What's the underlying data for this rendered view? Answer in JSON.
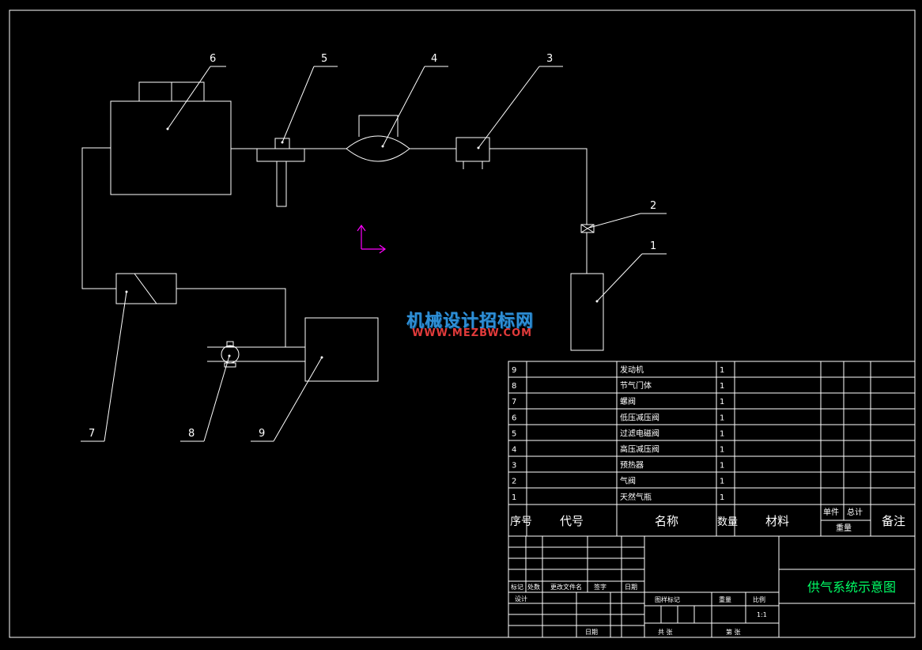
{
  "callouts": [
    "1",
    "2",
    "3",
    "4",
    "5",
    "6",
    "7",
    "8",
    "9"
  ],
  "watermark": {
    "line1": "机械设计招标网",
    "line2": "WWW.MEZBW.COM"
  },
  "bom": {
    "rows": [
      {
        "no": "9",
        "code": "",
        "name": "发动机",
        "qty": "1",
        "material": "",
        "unit": "",
        "total": "",
        "note": ""
      },
      {
        "no": "8",
        "code": "",
        "name": "节气门体",
        "qty": "1",
        "material": "",
        "unit": "",
        "total": "",
        "note": ""
      },
      {
        "no": "7",
        "code": "",
        "name": "螺阀",
        "qty": "1",
        "material": "",
        "unit": "",
        "total": "",
        "note": ""
      },
      {
        "no": "6",
        "code": "",
        "name": "低压减压阀",
        "qty": "1",
        "material": "",
        "unit": "",
        "total": "",
        "note": ""
      },
      {
        "no": "5",
        "code": "",
        "name": "过滤电磁阀",
        "qty": "1",
        "material": "",
        "unit": "",
        "total": "",
        "note": ""
      },
      {
        "no": "4",
        "code": "",
        "name": "高压减压阀",
        "qty": "1",
        "material": "",
        "unit": "",
        "total": "",
        "note": ""
      },
      {
        "no": "3",
        "code": "",
        "name": "预热器",
        "qty": "1",
        "material": "",
        "unit": "",
        "total": "",
        "note": ""
      },
      {
        "no": "2",
        "code": "",
        "name": "气阀",
        "qty": "1",
        "material": "",
        "unit": "",
        "total": "",
        "note": ""
      },
      {
        "no": "1",
        "code": "",
        "name": "天然气瓶",
        "qty": "1",
        "material": "",
        "unit": "",
        "total": "",
        "note": ""
      }
    ],
    "headers": {
      "no": "序号",
      "code": "代号",
      "name": "名称",
      "qty": "数量",
      "material": "材料",
      "unit": "单件",
      "total": "总计",
      "weight": "重量",
      "note": "备注"
    }
  },
  "title_block": {
    "drawing_title": "供气系统示意图",
    "revision_labels": [
      "标记",
      "处数",
      "更改文件名",
      "签字",
      "日期"
    ],
    "design_label": "设计",
    "date_label": "日期",
    "stage_label": "图样标记",
    "weight_label": "重量",
    "scale_label": "比例",
    "scale_value": "1:1",
    "sheets_label": "共 张",
    "sheet_label": "第 张"
  },
  "colors": {
    "line": "#ffffff",
    "table_text": "#ffffff",
    "title_text": "#00ff66",
    "ucs": "#ff00ff"
  }
}
